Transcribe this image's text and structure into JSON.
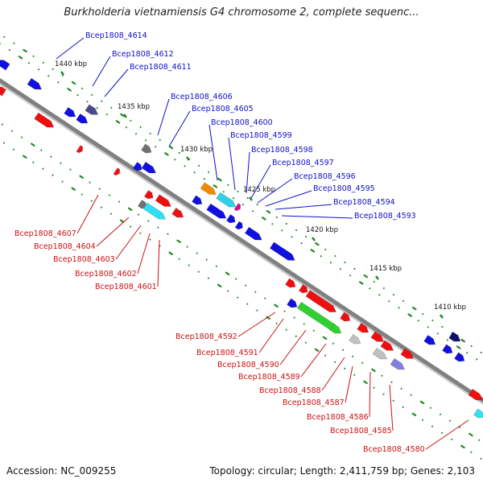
{
  "title": "Burkholderia vietnamiensis G4 chromosome 2, complete sequenc...",
  "footer": {
    "accession": "Accession: NC_009255",
    "summary": "Topology: circular; Length: 2,411,759 bp; Genes: 2,103"
  },
  "colors": {
    "forward_label": "#1010cc",
    "reverse_label": "#cc1010",
    "backbone": "#808080",
    "tick": "#1f8a1f"
  },
  "kbp_ticks": [
    "1440 kbp",
    "1435 kbp",
    "1430 kbp",
    "1425 kbp",
    "1420 kbp",
    "1415 kbp",
    "1410 kbp"
  ],
  "forward_genes": [
    "Bcep1808_4614",
    "Bcep1808_4612",
    "Bcep1808_4611",
    "Bcep1808_4606",
    "Bcep1808_4605",
    "Bcep1808_4600",
    "Bcep1808_4599",
    "Bcep1808_4598",
    "Bcep1808_4597",
    "Bcep1808_4596",
    "Bcep1808_4595",
    "Bcep1808_4594",
    "Bcep1808_4593"
  ],
  "reverse_genes": [
    "Bcep1808_4607",
    "Bcep1808_4604",
    "Bcep1808_4603",
    "Bcep1808_4602",
    "Bcep1808_4601",
    "Bcep1808_4592",
    "Bcep1808_4591",
    "Bcep1808_4590",
    "Bcep1808_4589",
    "Bcep1808_4588",
    "Bcep1808_4587",
    "Bcep1808_4586",
    "Bcep1808_4585",
    "Bcep1808_4580"
  ]
}
